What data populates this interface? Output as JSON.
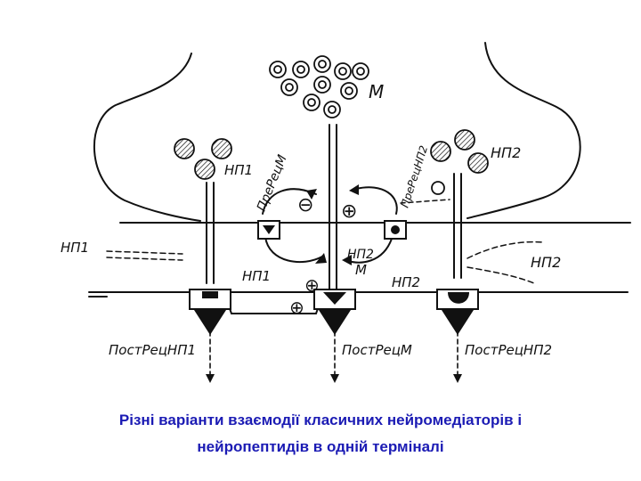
{
  "diagram": {
    "labels": {
      "m_top": "М",
      "np1_top": "НП1",
      "np2_top": "НП2",
      "pres_rec_m": "ПреРецМ",
      "pres_rec_np2": "ПреРецНП2",
      "np1_left": "НП1",
      "np1_mid": "НП1",
      "np2_mid": "НП2",
      "m_mid": "М",
      "np2_low": "НП2",
      "np2_right": "НП2",
      "post_np1": "ПостРецНП1",
      "post_m": "ПостРецМ",
      "post_np2": "ПостРецНП2",
      "sign_minus": "⊖",
      "sign_plus_upper": "⊕",
      "sign_plus_lower": "⊕",
      "sign_plus_bottom": "⊕"
    }
  },
  "caption": {
    "line1": "Різні варіанти взаємодії класичних нейромедіаторів і",
    "line2": "нейропептидів в одній терміналі"
  }
}
